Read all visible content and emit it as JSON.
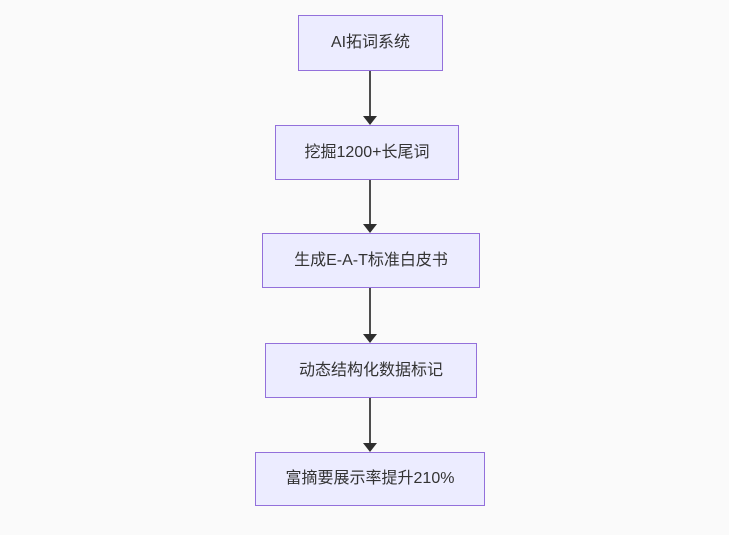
{
  "diagram": {
    "type": "flowchart-top-down",
    "colors": {
      "background": "#fafafa",
      "node_fill": "#ECECFF",
      "node_border": "#9370DB",
      "text": "#333333",
      "line": "#4d4d4d",
      "arrowhead": "#2e2e2e"
    },
    "nodes": [
      {
        "id": "A",
        "label": "AI拓词系统"
      },
      {
        "id": "B",
        "label": "挖掘1200+长尾词"
      },
      {
        "id": "C",
        "label": "生成E-A-T标准白皮书"
      },
      {
        "id": "D",
        "label": "动态结构化数据标记"
      },
      {
        "id": "E",
        "label": "富摘要展示率提升210%"
      }
    ],
    "edges": [
      {
        "from": "A",
        "to": "B"
      },
      {
        "from": "B",
        "to": "C"
      },
      {
        "from": "C",
        "to": "D"
      },
      {
        "from": "D",
        "to": "E"
      }
    ]
  }
}
